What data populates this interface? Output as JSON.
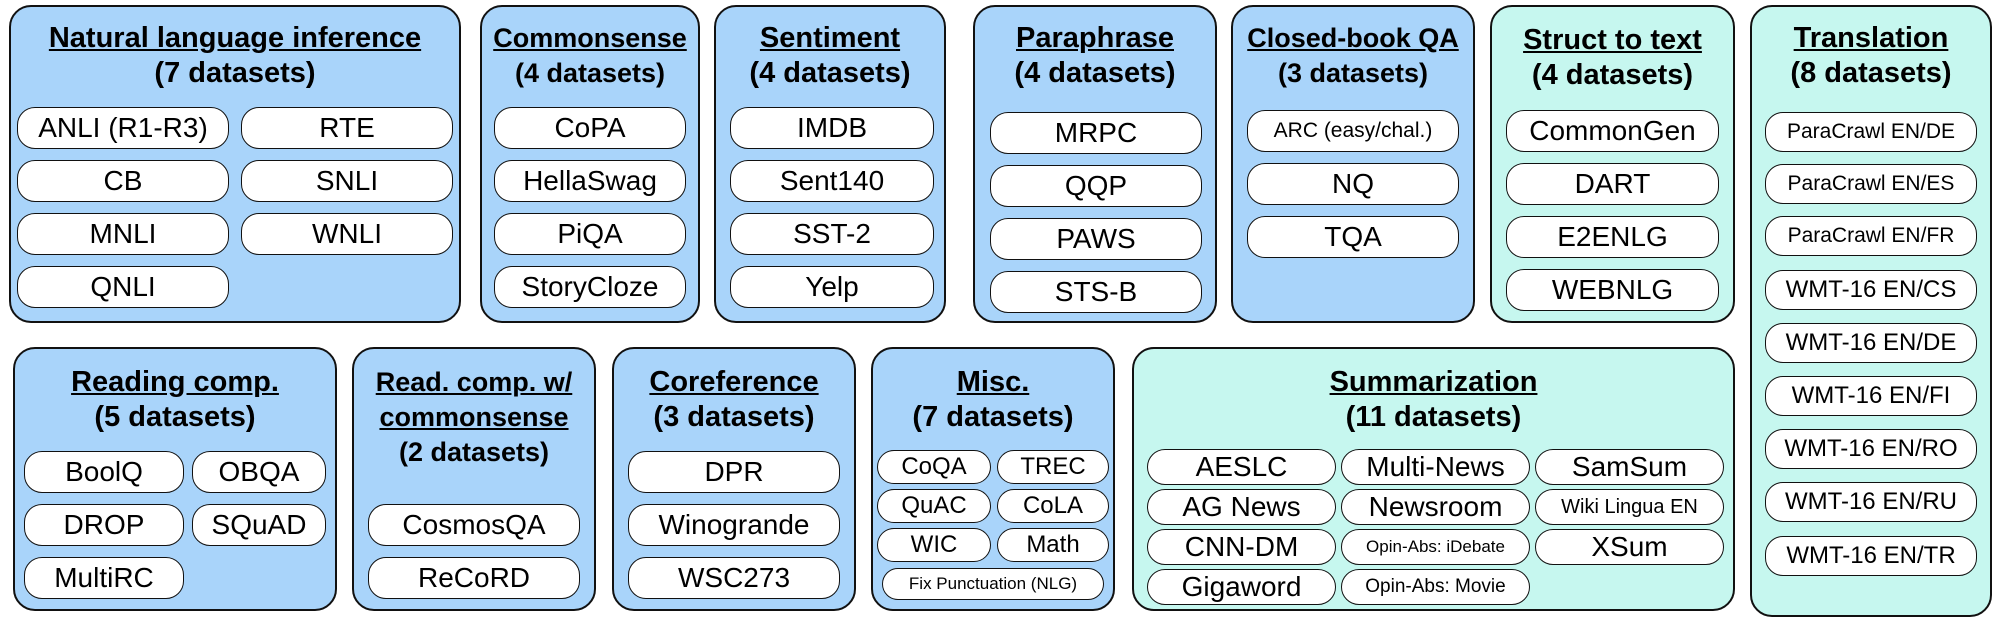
{
  "groups": [
    {
      "title": "Natural language inference",
      "subtitle": "(7 datasets)",
      "color": "#a9d4fa",
      "items": [
        "ANLI (R1-R3)",
        "RTE",
        "CB",
        "SNLI",
        "MNLI",
        "WNLI",
        "QNLI"
      ]
    },
    {
      "title": "Commonsense",
      "subtitle": "(4 datasets)",
      "color": "#a9d4fa",
      "items": [
        "CoPA",
        "HellaSwag",
        "PiQA",
        "StoryCloze"
      ]
    },
    {
      "title": "Sentiment",
      "subtitle": "(4 datasets)",
      "color": "#a9d4fa",
      "items": [
        "IMDB",
        "Sent140",
        "SST-2",
        "Yelp"
      ]
    },
    {
      "title": "Paraphrase",
      "subtitle": "(4 datasets)",
      "color": "#a9d4fa",
      "items": [
        "MRPC",
        "QQP",
        "PAWS",
        "STS-B"
      ]
    },
    {
      "title": "Closed-book QA",
      "subtitle": "(3 datasets)",
      "color": "#a9d4fa",
      "items": [
        "ARC (easy/chal.)",
        "NQ",
        "TQA"
      ]
    },
    {
      "title": "Struct to text",
      "subtitle": "(4 datasets)",
      "color": "#c6f7ef",
      "items": [
        "CommonGen",
        "DART",
        "E2ENLG",
        "WEBNLG"
      ]
    },
    {
      "title": "Translation",
      "subtitle": "(8 datasets)",
      "color": "#c6f7ef",
      "items": [
        "ParaCrawl EN/DE",
        "ParaCrawl EN/ES",
        "ParaCrawl EN/FR",
        "WMT-16 EN/CS",
        "WMT-16 EN/DE",
        "WMT-16 EN/FI",
        "WMT-16 EN/RO",
        "WMT-16 EN/RU",
        "WMT-16 EN/TR"
      ]
    },
    {
      "title": "Reading comp.",
      "subtitle": "(5 datasets)",
      "color": "#a9d4fa",
      "items": [
        "BoolQ",
        "OBQA",
        "DROP",
        "SQuAD",
        "MultiRC"
      ]
    },
    {
      "title": "Read. comp. w/",
      "title2": "commonsense",
      "subtitle": "(2 datasets)",
      "color": "#a9d4fa",
      "items": [
        "CosmosQA",
        "ReCoRD"
      ]
    },
    {
      "title": "Coreference",
      "subtitle": "(3 datasets)",
      "color": "#a9d4fa",
      "items": [
        "DPR",
        "Winogrande",
        "WSC273"
      ]
    },
    {
      "title": "Misc.",
      "subtitle": "(7 datasets)",
      "color": "#a9d4fa",
      "items": [
        "CoQA",
        "TREC",
        "QuAC",
        "CoLA",
        "WIC",
        "Math",
        "Fix Punctuation (NLG)"
      ]
    },
    {
      "title": "Summarization",
      "subtitle": "(11 datasets)",
      "color": "#c6f7ef",
      "items": [
        "AESLC",
        "Multi-News",
        "SamSum",
        "AG News",
        "Newsroom",
        "Wiki Lingua EN",
        "CNN-DM",
        "Opin-Abs: iDebate",
        "XSum",
        "Gigaword",
        "Opin-Abs: Movie"
      ]
    }
  ]
}
